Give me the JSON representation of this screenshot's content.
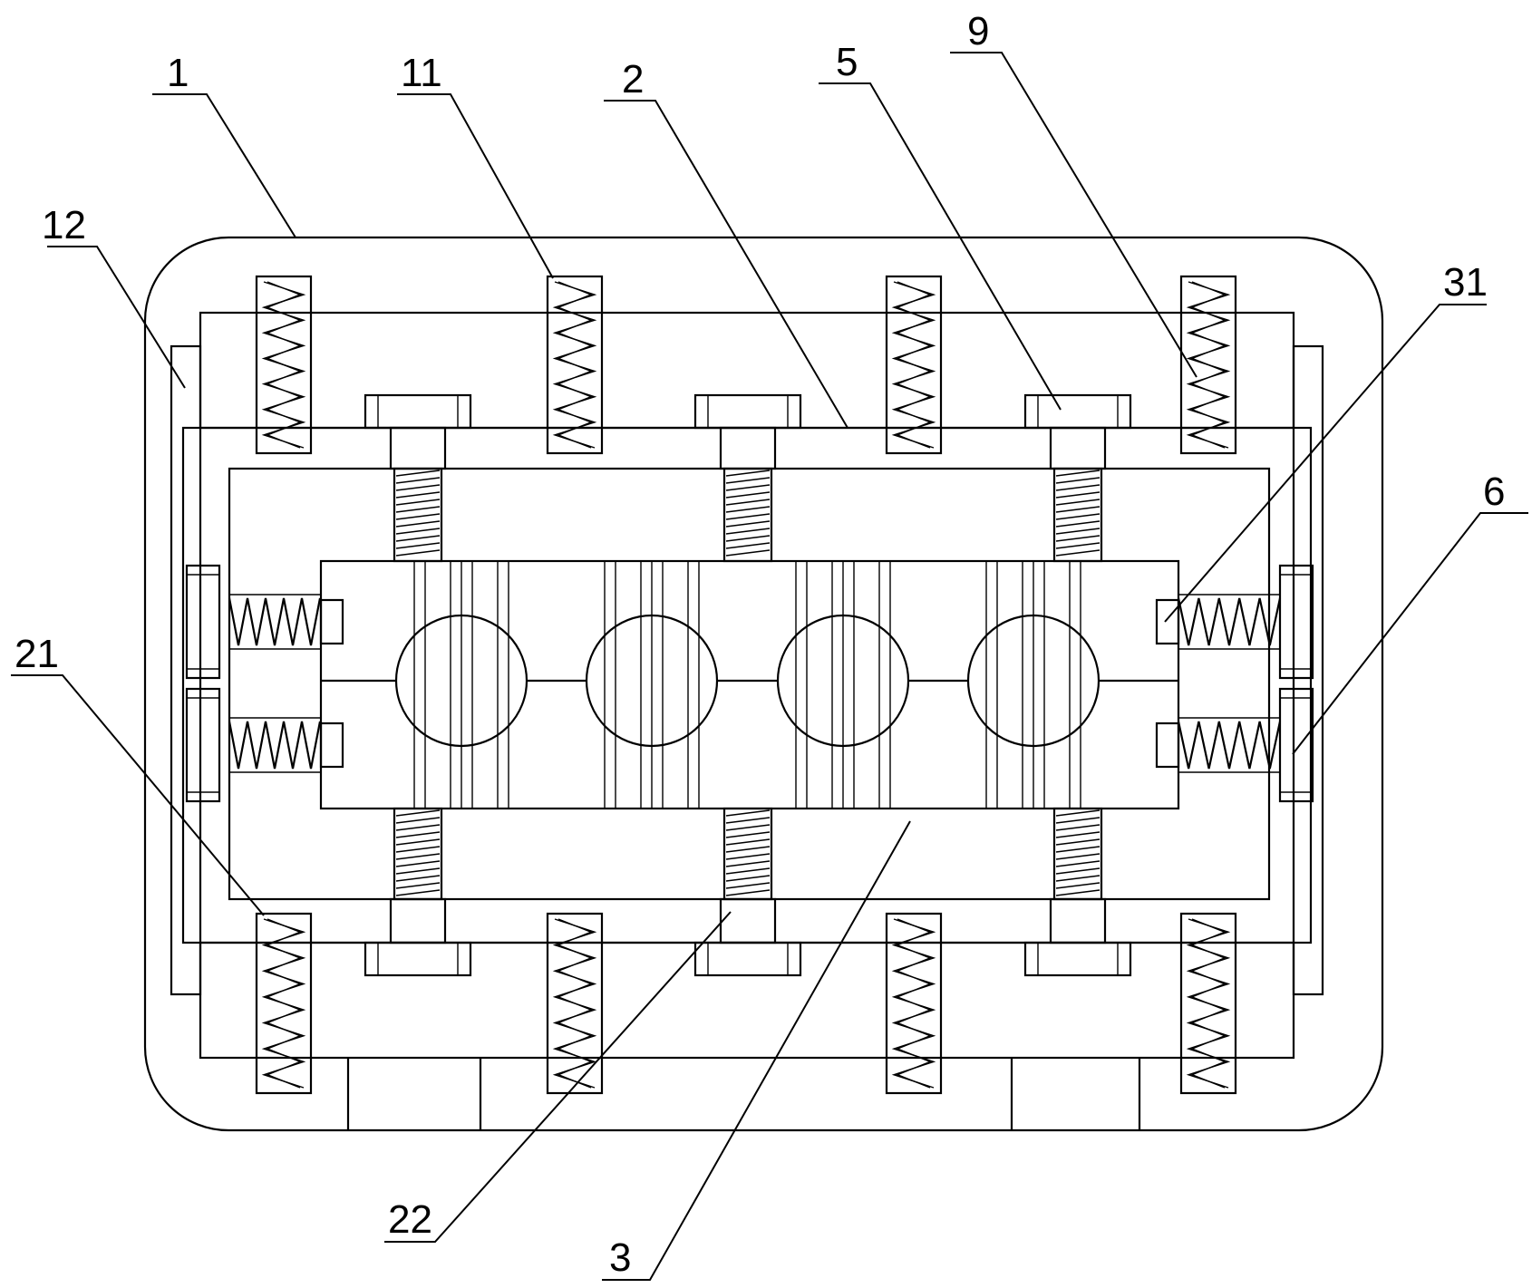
{
  "diagram": {
    "labels": [
      {
        "id": "label-1",
        "text": "1"
      },
      {
        "id": "label-11",
        "text": "11"
      },
      {
        "id": "label-2",
        "text": "2"
      },
      {
        "id": "label-5",
        "text": "5"
      },
      {
        "id": "label-9",
        "text": "9"
      },
      {
        "id": "label-12",
        "text": "12"
      },
      {
        "id": "label-31",
        "text": "31"
      },
      {
        "id": "label-6",
        "text": "6"
      },
      {
        "id": "label-21",
        "text": "21"
      },
      {
        "id": "label-22",
        "text": "22"
      },
      {
        "id": "label-3",
        "text": "3"
      }
    ]
  }
}
